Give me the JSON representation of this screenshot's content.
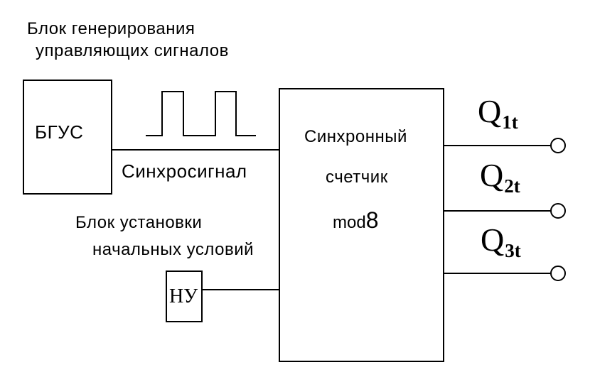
{
  "gen_block_caption": [
    "Блок генерирования",
    "управляющих сигналов"
  ],
  "bgus_label": "БГУС",
  "sync_signal_label": "Синхросигнал",
  "init_block_caption": [
    "Блок установки",
    "начальных условий"
  ],
  "nu_label": "НУ",
  "counter_lines": [
    "Синхронный",
    "счетчик"
  ],
  "counter_mod": {
    "prefix": "mod",
    "digit": "8"
  },
  "outputs": [
    {
      "letter": "Q",
      "sub": "1t"
    },
    {
      "letter": "Q",
      "sub": "2t"
    },
    {
      "letter": "Q",
      "sub": "3t"
    }
  ],
  "colors": {
    "stroke": "#000000",
    "background": "#ffffff"
  }
}
